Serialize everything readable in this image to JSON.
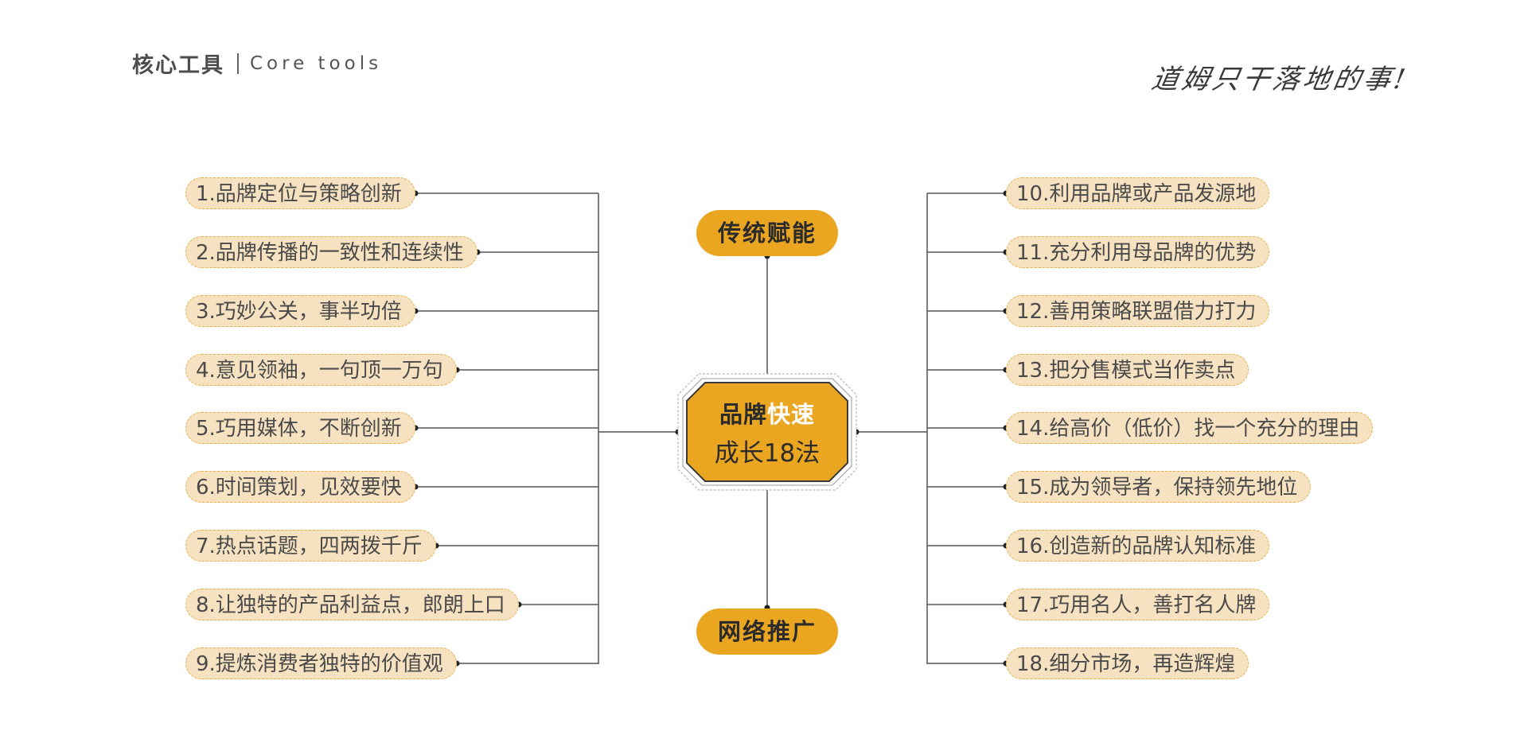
{
  "header": {
    "title_cn": "核心工具",
    "title_en": "Core tools"
  },
  "slogan": "道姆只干落地的事!",
  "center": {
    "line1_part1": "品牌",
    "line1_part2": "快速",
    "line2": "成长18法"
  },
  "categories": {
    "top": "传统赋能",
    "bottom": "网络推广"
  },
  "left_items": [
    "1.品牌定位与策略创新",
    "2.品牌传播的一致性和连续性",
    "3.巧妙公关，事半功倍",
    "4.意见领袖，一句顶一万句",
    "5.巧用媒体，不断创新",
    "6.时间策划，见效要快",
    "7.热点话题，四两拨千斤",
    "8.让独特的产品利益点，郎朗上口",
    "9.提炼消费者独特的价值观"
  ],
  "right_items": [
    "10.利用品牌或产品发源地",
    "11.充分利用母品牌的优势",
    "12.善用策略联盟借力打力",
    "13.把分售模式当作卖点",
    "14.给高价（低价）找一个充分的理由",
    "15.成为领导者，保持领先地位",
    "16.创造新的品牌认知标准",
    "17.巧用名人，善打名人牌",
    "18.细分市场，再造辉煌"
  ],
  "colors": {
    "accent": "#eaa521",
    "pill_fill": "#f6e2c0",
    "pill_border": "#e7b04b",
    "line": "#555555"
  }
}
